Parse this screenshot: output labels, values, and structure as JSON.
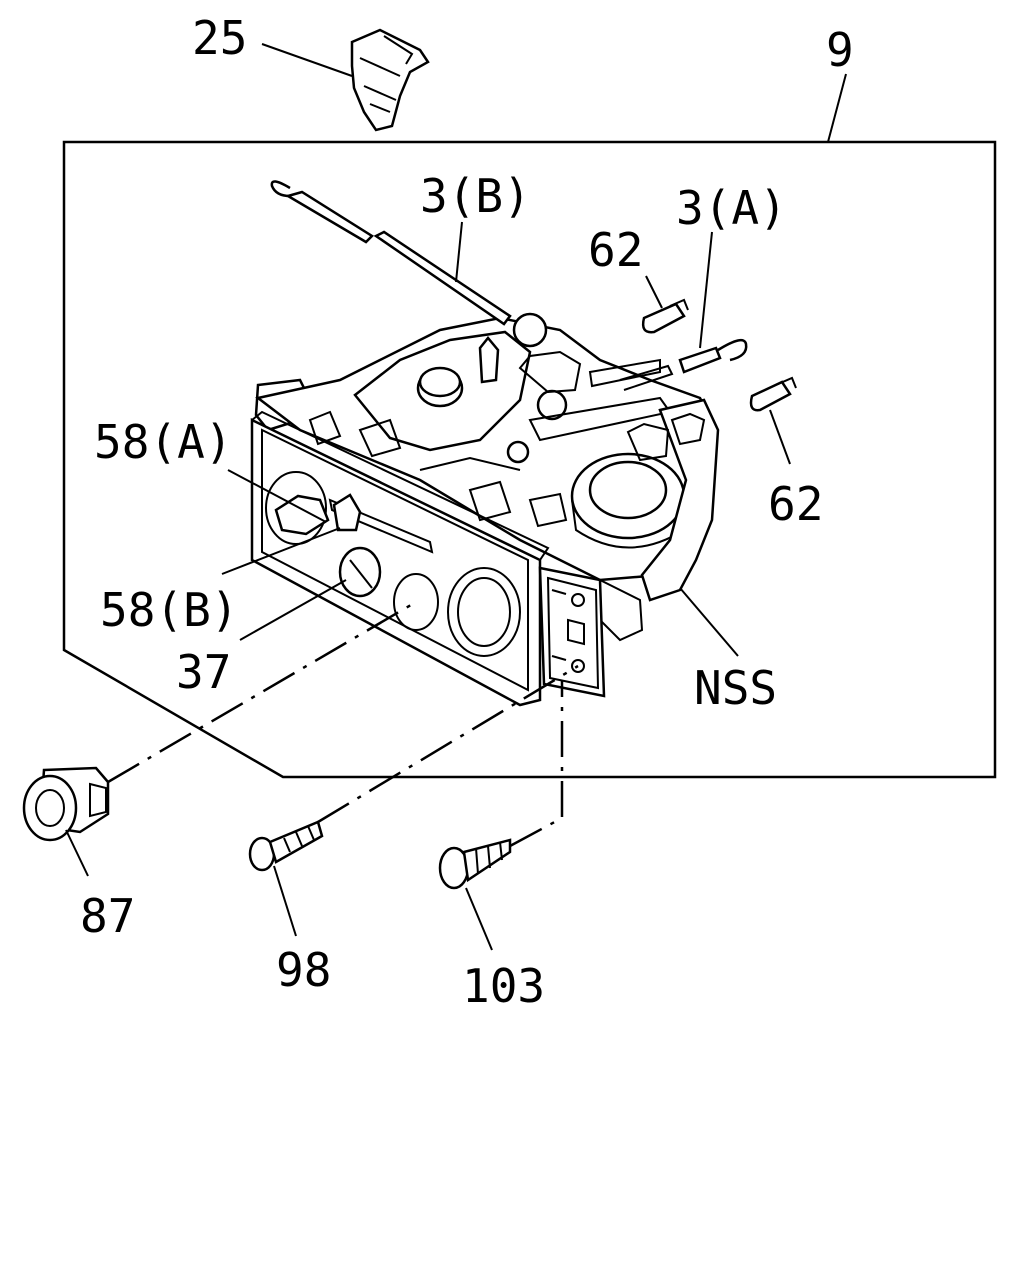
{
  "diagram": {
    "callouts": {
      "c25": "25",
      "c9": "9",
      "c3b": "3(B)",
      "c3a": "3(A)",
      "c62a": "62",
      "c62b": "62",
      "c58a": "58(A)",
      "c58b": "58(B)",
      "c37": "37",
      "cnss": "NSS",
      "c87": "87",
      "c98": "98",
      "c103": "103"
    }
  }
}
